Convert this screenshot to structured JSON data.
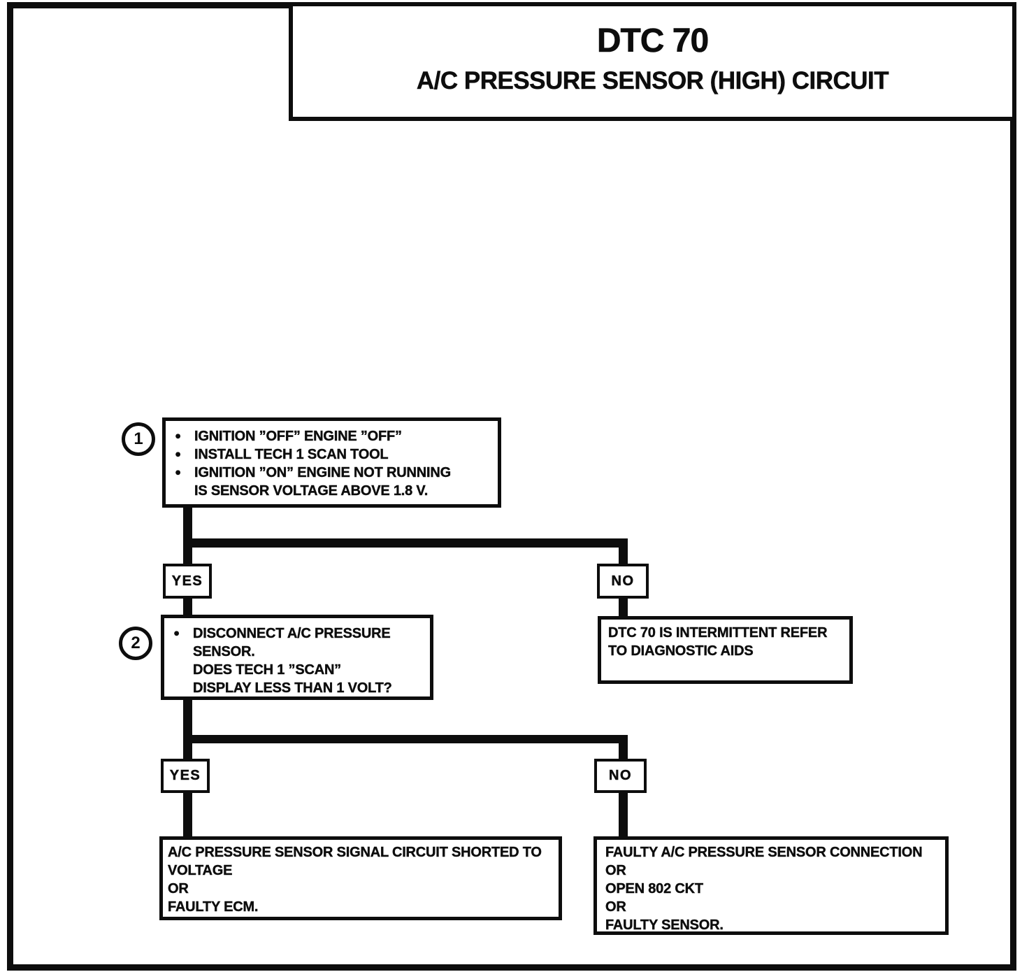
{
  "colors": {
    "ink": "#0d0d0d",
    "paper": "#ffffff"
  },
  "icons": {
    "bullet": "●"
  },
  "header": {
    "title": "DTC 70",
    "subtitle": "A/C PRESSURE SENSOR (HIGH) CIRCUIT"
  },
  "flowchart": {
    "step1": {
      "number": "1",
      "lines": [
        "IGNITION ”OFF” ENGINE ”OFF”",
        "INSTALL TECH 1 SCAN TOOL",
        "IGNITION ”ON” ENGINE NOT RUNNING",
        "IS SENSOR VOLTAGE ABOVE 1.8 V."
      ]
    },
    "branch1": {
      "yes_label": "YES",
      "no_label": "NO"
    },
    "no1_result": {
      "lines": [
        "DTC 70 IS INTERMITTENT REFER",
        "TO DIAGNOSTIC AIDS"
      ]
    },
    "step2": {
      "number": "2",
      "lines": [
        "DISCONNECT A/C PRESSURE",
        "SENSOR.",
        "DOES TECH 1 ”SCAN”",
        "DISPLAY LESS THAN 1 VOLT?"
      ]
    },
    "branch2": {
      "yes_label": "YES",
      "no_label": "NO"
    },
    "yes2_result": {
      "lines": [
        "A/C PRESSURE SENSOR SIGNAL CIRCUIT SHORTED TO",
        "VOLTAGE",
        "OR",
        "FAULTY ECM."
      ]
    },
    "no2_result": {
      "lines": [
        "FAULTY A/C PRESSURE SENSOR CONNECTION",
        "OR",
        "OPEN 802 CKT",
        "OR",
        "FAULTY SENSOR."
      ]
    }
  }
}
